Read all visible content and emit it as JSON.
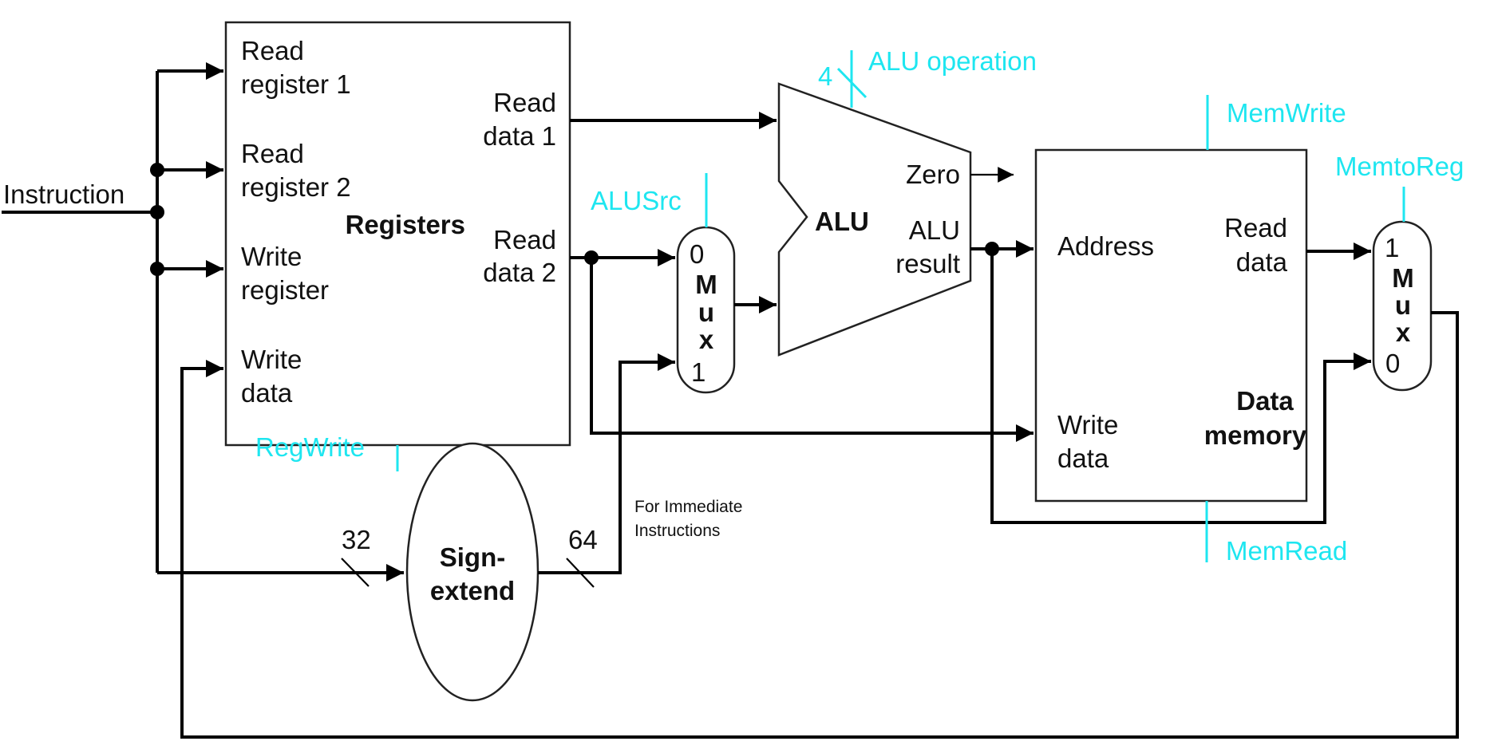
{
  "diagram": {
    "title": "Single-cycle datapath: Registers, ALU, Data memory",
    "colors": {
      "wire": "#000000",
      "control": "#1ee6f0",
      "text": "#111111"
    },
    "inputs": {
      "instruction": "Instruction"
    },
    "registers": {
      "name": "Registers",
      "ports_in": [
        "Read register 1",
        "Read register 2",
        "Write register",
        "Write data"
      ],
      "read_reg1": [
        "Read",
        "register 1"
      ],
      "read_reg2": [
        "Read",
        "register 2"
      ],
      "write_reg": [
        "Write",
        "register"
      ],
      "write_data": [
        "Write",
        "data"
      ],
      "read_data1": [
        "Read",
        "data 1"
      ],
      "read_data2": [
        "Read",
        "data 2"
      ]
    },
    "alu_src_mux": {
      "in0": "0",
      "in1": "1",
      "letters": [
        "M",
        "u",
        "x"
      ]
    },
    "alu": {
      "name": "ALU",
      "zero": "Zero",
      "result": [
        "ALU",
        "result"
      ]
    },
    "data_memory": {
      "name": [
        "Data",
        "memory"
      ],
      "address": "Address",
      "write_data": [
        "Write",
        "data"
      ],
      "read_data": [
        "Read",
        "data"
      ]
    },
    "memtoreg_mux": {
      "in1": "1",
      "in0": "0",
      "letters": [
        "M",
        "u",
        "x"
      ]
    },
    "sign_extend": {
      "name": [
        "Sign-",
        "extend"
      ],
      "in_width": "32",
      "out_width": "64"
    },
    "alu_op_width": "4",
    "control_signals": {
      "alu_operation": "ALU operation",
      "alu_src": "ALUSrc",
      "reg_write": "RegWrite",
      "mem_write": "MemWrite",
      "mem_read": "MemRead",
      "mem_to_reg": "MemtoReg"
    },
    "annotation": [
      "For Immediate",
      "Instructions"
    ]
  }
}
